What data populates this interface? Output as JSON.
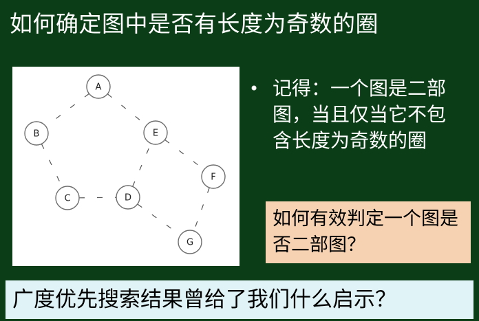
{
  "title": "如何确定图中是否有长度为奇数的圈",
  "bullet": {
    "symbol": "•",
    "text": "记得：一个图是二部图，当且仅当它不包含长度为奇数的圈"
  },
  "callout": {
    "text": "如何有效判定一个图是否二部图？"
  },
  "bottom": {
    "text": "广度优先搜索结果曾给了我们什么启示？"
  },
  "graph": {
    "nodes": [
      {
        "id": "A",
        "label": "A"
      },
      {
        "id": "B",
        "label": "B"
      },
      {
        "id": "C",
        "label": "C"
      },
      {
        "id": "D",
        "label": "D"
      },
      {
        "id": "E",
        "label": "E"
      },
      {
        "id": "F",
        "label": "F"
      },
      {
        "id": "G",
        "label": "G"
      }
    ],
    "edges": [
      {
        "from": "A",
        "to": "B",
        "label": "–"
      },
      {
        "from": "A",
        "to": "E",
        "label": "–"
      },
      {
        "from": "B",
        "to": "C",
        "label": "–"
      },
      {
        "from": "C",
        "to": "D",
        "label": "–"
      },
      {
        "from": "D",
        "to": "E",
        "label": "–"
      },
      {
        "from": "E",
        "to": "F",
        "label": "–"
      },
      {
        "from": "F",
        "to": "G",
        "label": "–"
      },
      {
        "from": "D",
        "to": "G",
        "label": "–"
      }
    ]
  }
}
